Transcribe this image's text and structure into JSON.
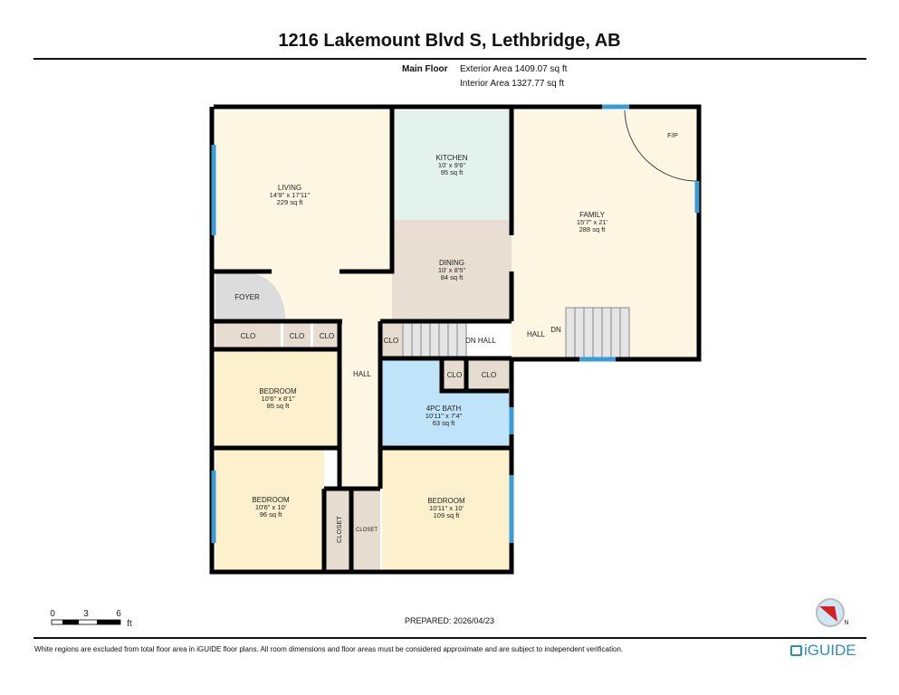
{
  "title": "1216 Lakemount Blvd S, Lethbridge, AB",
  "floor": {
    "name": "Main Floor",
    "exterior": "Exterior Area 1409.07 sq ft",
    "interior": "Interior Area 1327.77 sq ft"
  },
  "rooms": {
    "living": {
      "name": "LIVING",
      "dims": "14'9\" x 17'11\"",
      "area": "229 sq ft"
    },
    "kitchen": {
      "name": "KITCHEN",
      "dims": "10' x 9'6\"",
      "area": "95 sq ft"
    },
    "dining": {
      "name": "DINING",
      "dims": "10' x 8'5\"",
      "area": "84 sq ft"
    },
    "family": {
      "name": "FAMILY",
      "dims": "15'7\" x 21'",
      "area": "288 sq ft"
    },
    "bedroom1": {
      "name": "BEDROOM",
      "dims": "10'6\" x 8'1\"",
      "area": "85 sq ft"
    },
    "bedroom2": {
      "name": "BEDROOM",
      "dims": "10'6\" x 10'",
      "area": "96 sq ft"
    },
    "bedroom3": {
      "name": "BEDROOM",
      "dims": "10'11\" x 10'",
      "area": "109 sq ft"
    },
    "bath": {
      "name": "4PC BATH",
      "dims": "10'11\" x 7'4\"",
      "area": "63 sq ft"
    }
  },
  "labels": {
    "fp": "F/P",
    "foyer": "FOYER",
    "clo": "CLO",
    "hall": "HALL",
    "dn_hall": "DN HALL",
    "dn": "DN",
    "closet": "CLOSET"
  },
  "scale": {
    "t0": "0",
    "t1": "3",
    "t2": "6",
    "unit": "ft"
  },
  "prepared": "PREPARED: 2026/04/23",
  "compass": "N",
  "disclaimer": "White regions are excluded from total floor area in iGUIDE floor plans. All room dimensions and floor areas must be considered approximate and are subject to independent verification.",
  "brand": "iGUIDE",
  "colors": {
    "kitchen": "#e3f2ec",
    "dining": "#e8dfd2",
    "living": "#fdf6e3",
    "bedroom": "#fdf0cc",
    "bath": "#bfe3f8",
    "closet": "#e6ddd0",
    "window": "#3a9bd5",
    "brand": "#2b8fb5"
  }
}
